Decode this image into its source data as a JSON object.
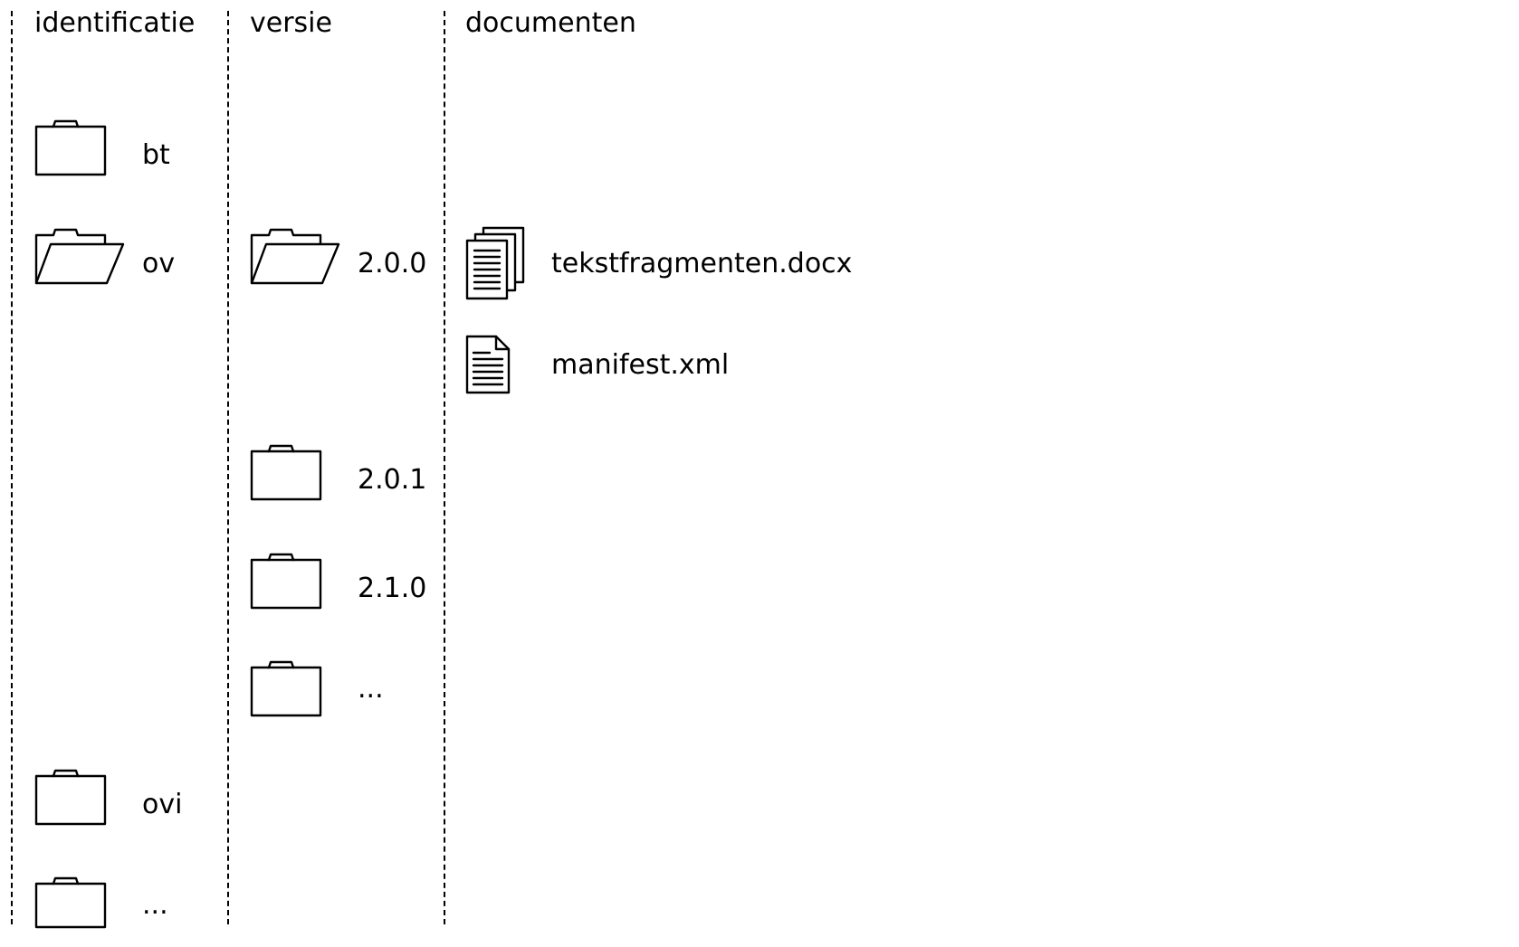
{
  "columns": {
    "identificatie": "identificatie",
    "versie": "versie",
    "documenten": "documenten"
  },
  "identificatie": [
    {
      "label": "bt",
      "icon": "folder-closed-icon"
    },
    {
      "label": "ov",
      "icon": "folder-open-icon"
    },
    {
      "label": "ovi",
      "icon": "folder-closed-icon"
    },
    {
      "label": "...",
      "icon": "folder-closed-icon"
    }
  ],
  "versie": [
    {
      "label": "2.0.0",
      "icon": "folder-open-icon"
    },
    {
      "label": "2.0.1",
      "icon": "folder-closed-icon"
    },
    {
      "label": "2.1.0",
      "icon": "folder-closed-icon"
    },
    {
      "label": "...",
      "icon": "folder-closed-icon"
    }
  ],
  "documenten": [
    {
      "label": "tekstfragmenten.docx",
      "icon": "document-stack-icon"
    },
    {
      "label": "manifest.xml",
      "icon": "document-icon"
    }
  ]
}
